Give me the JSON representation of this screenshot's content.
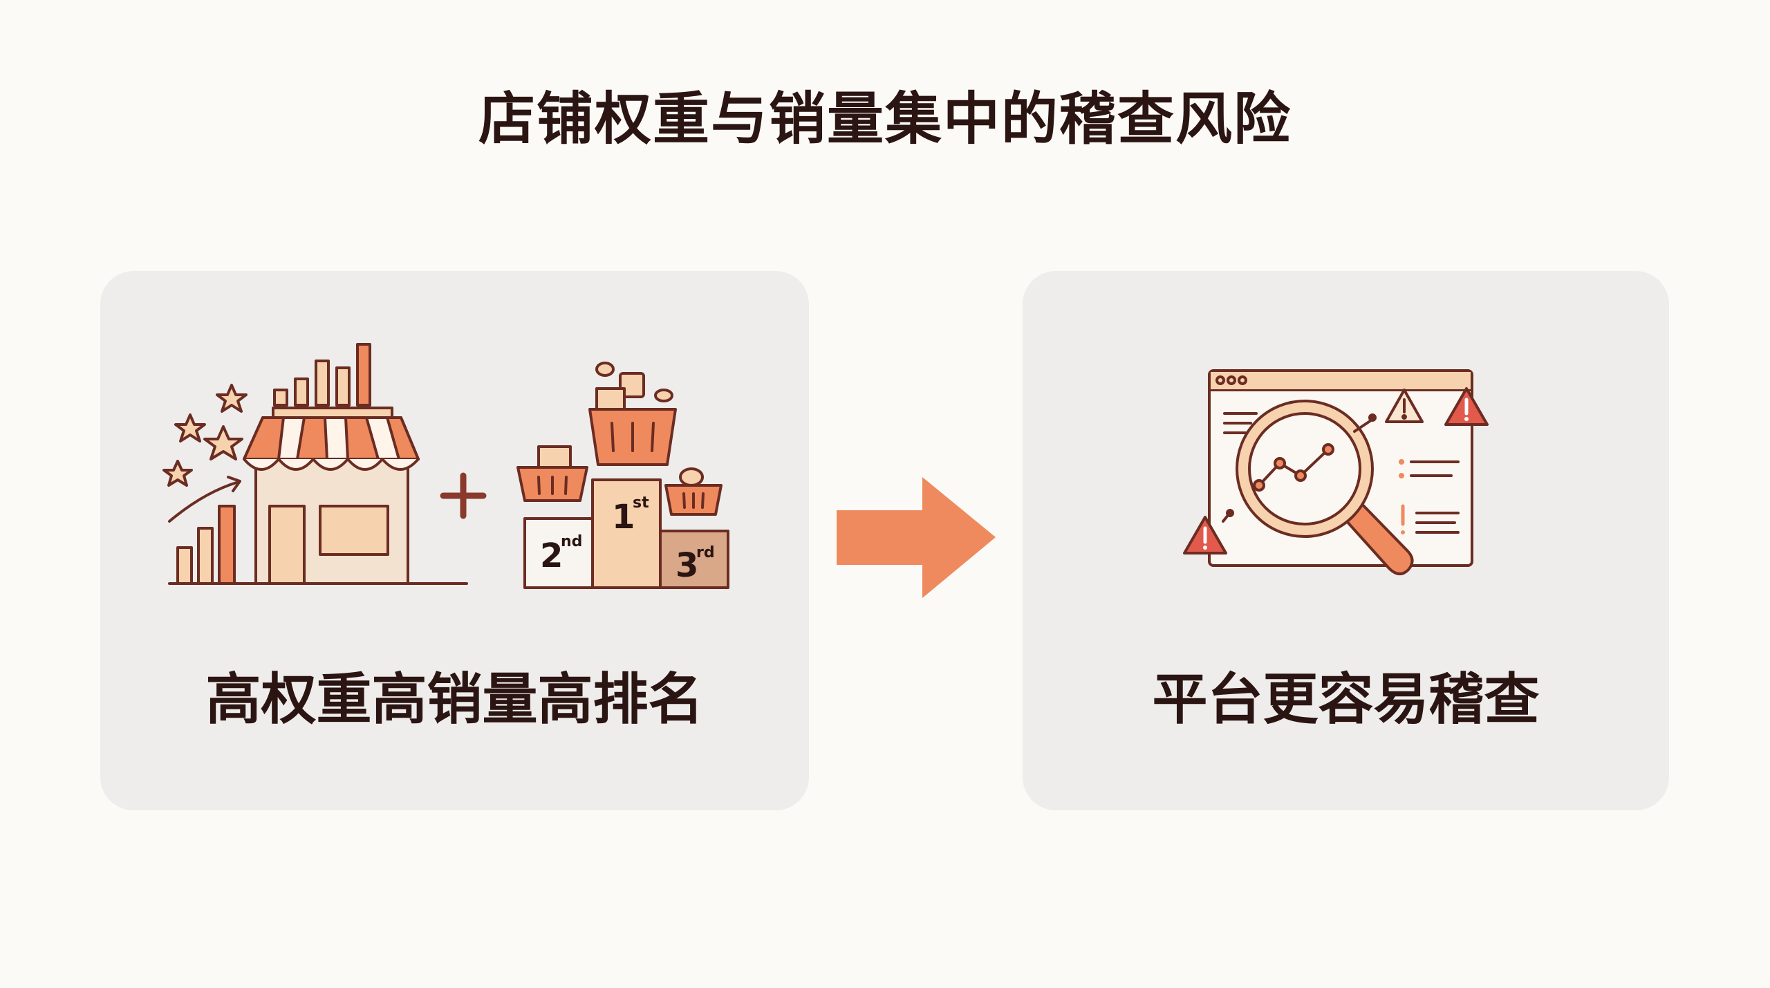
{
  "title": "店铺权重与销量集中的稽查风险",
  "left_card": {
    "label": "高权重高销量高排名",
    "plus": "+",
    "podium": {
      "first": "1",
      "first_sup": "st",
      "second": "2",
      "second_sup": "nd",
      "third": "3",
      "third_sup": "rd"
    }
  },
  "right_card": {
    "label": "平台更容易稽查"
  },
  "colors": {
    "accent": "#ee8a5e",
    "accent_dark": "#d86a42",
    "outline": "#6b2c22",
    "warning": "#e25a4c",
    "peach": "#f6d2ae",
    "text": "#2b1512"
  }
}
